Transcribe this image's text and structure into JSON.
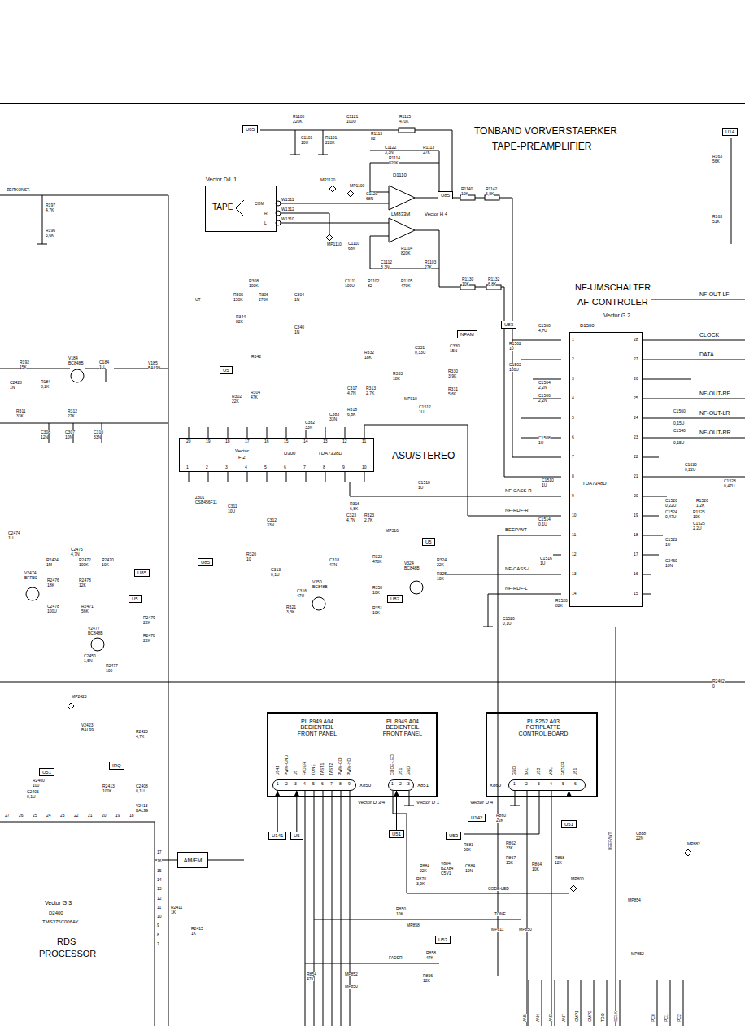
{
  "diagram": {
    "nodes": [
      {
        "text": [
          "Vector D/L 1",
          "TAPE",
          "COM",
          "R",
          "L"
        ]
      },
      {
        "text": [
          "Vector",
          "F 2",
          "D300",
          "TDA7338D"
        ]
      },
      {
        "text": [
          "D1500",
          "TDA7348D"
        ]
      },
      {
        "text": [
          "PL 8949 A04 BEDIENTEIL FRONT PANEL",
          "PL 8949 A04 BEDIENTEIL FRONT PANEL"
        ]
      },
      {
        "text": [
          "X850"
        ],
        "in": 3
      },
      {
        "text": [
          "X851"
        ],
        "in": 3
      },
      {
        "text": [
          "PL 8262 A03 POTIPLATTE CONTROL BOARD"
        ]
      },
      {
        "text": [
          "X860"
        ],
        "in": 6
      },
      {
        "text": [
          "AM/FM"
        ]
      },
      {
        "text": [
          "U85"
        ]
      },
      {
        "text": [
          "U85"
        ]
      },
      {
        "text": [
          "U83"
        ]
      },
      {
        "text": [
          "NFAM"
        ]
      },
      {
        "text": [
          "U5"
        ]
      },
      {
        "text": [
          "U85"
        ]
      },
      {
        "text": [
          "U5"
        ]
      },
      {
        "text": [
          "U82"
        ]
      },
      {
        "text": [
          "U85"
        ]
      },
      {
        "text": [
          "U5"
        ]
      },
      {
        "text": [
          "U51"
        ]
      },
      {
        "text": [
          "IRQ"
        ]
      },
      {
        "text": [
          "U141"
        ]
      },
      {
        "text": [
          "U5"
        ]
      },
      {
        "text": [
          "U51"
        ]
      },
      {
        "text": [
          "U142"
        ]
      },
      {
        "text": [
          "U53"
        ]
      },
      {
        "text": [
          "U51"
        ]
      },
      {
        "text": [
          "U53"
        ]
      },
      {
        "text": [
          "U14"
        ]
      }
    ],
    "edges": [
      {
        "from": 21,
        "to": 4,
        "arrow": "to"
      },
      {
        "from": 22,
        "to": 4,
        "arrow": "to"
      },
      {
        "from": 23,
        "to": 5,
        "arrow": "to"
      },
      {
        "from": 26,
        "to": 7,
        "arrow": "to"
      }
    ],
    "labels": [
      "R1100",
      "220K",
      "C1121",
      "100U",
      "R1115",
      "470K",
      "C1101",
      "10U",
      "R1101",
      "220K",
      "R1113",
      "82",
      "C1122",
      "3,3N",
      "R1113",
      "27K",
      "R1114",
      "820K",
      "D1110",
      "MP1120",
      "MP1100",
      "C1120",
      "68N",
      "W1311",
      "W1312",
      "W1310",
      "LM833M",
      "Vector H 4",
      "R1140",
      "10K",
      "R1142",
      "6,8K",
      "MP1110",
      "C1110",
      "68N",
      "R1104",
      "820K",
      "C1112",
      "3,3N",
      "R1103",
      "27K",
      "C1111",
      "100U",
      "R1102",
      "82",
      "R1105",
      "470K",
      "R1130",
      "10K",
      "R1132",
      "6,8K",
      "TONBAND VORVERSTAERKER",
      "TAPE-PREAMPLIFIER",
      "NF-UMSCHALTER",
      "AF-CONTROLER",
      "Vector G 2",
      "NF-OUT-LF",
      "CLOCK",
      "DATA",
      "NF-OUT-RF",
      "NF-OUT-LR",
      "NF-OUT-RR",
      "R163",
      "56K",
      "R163",
      "51K",
      "ZEITKONST.",
      "R197",
      "4,7K",
      "R196",
      "5,6K",
      "R308",
      "100K",
      "R306",
      "270K",
      "R305",
      "150K",
      "R344",
      "82K",
      "C304",
      "1N",
      "C340",
      "1N",
      "UT",
      "R192",
      "15K",
      "V184",
      "BC848B",
      "C184",
      "1U",
      "V185",
      "BAL99",
      "C2428",
      "1N",
      "R184",
      "8,2K",
      "R342",
      "R302",
      "22K",
      "R304",
      "47K",
      "R332",
      "18K",
      "C331",
      "0,33U",
      "C330",
      "15N",
      "R333",
      "18K",
      "R330",
      "3,9K",
      "R331",
      "5,6K",
      "C317",
      "4,7N",
      "R313",
      "2,7K",
      "MP310",
      "C1512",
      "1U",
      "R318",
      "6,8K",
      "C383",
      "33N",
      "C382",
      "33N",
      "R311",
      "33K",
      "R312",
      "27K",
      "C308",
      "12N",
      "C307",
      "10N",
      "C310",
      "33N",
      "20",
      "19",
      "18",
      "17",
      "16",
      "15",
      "14",
      "13",
      "12",
      "11",
      "1",
      "2",
      "3",
      "4",
      "5",
      "6",
      "7",
      "8",
      "9",
      "10",
      "ASU/STEREO",
      "Z301",
      "CSB456F11",
      "C311",
      "10U",
      "C312",
      "33N",
      "R316",
      "6,8K",
      "C323",
      "4,7N",
      "R323",
      "2,7K",
      "MP316",
      "C1518",
      "1U",
      "R320",
      "10",
      "C313",
      "0,1U",
      "C318",
      "47N",
      "R322",
      "470K",
      "V324",
      "BC848B",
      "R324",
      "22K",
      "R325",
      "10K",
      "V350",
      "BC848B",
      "R350",
      "10K",
      "R351",
      "10K",
      "C316",
      "47U",
      "R321",
      "3,3K",
      "C2474",
      "1U",
      "C2475",
      "4,7N",
      "R2424",
      "1M",
      "R2472",
      "100K",
      "R2470",
      "10K",
      "V2474",
      "BFR30",
      "R2476",
      "18K",
      "R2478",
      "12K",
      "C2478",
      "100U",
      "R2471",
      "56K",
      "V2477",
      "BC848B",
      "R2479",
      "22K",
      "R2478",
      "22K",
      "C2450",
      "1,5N",
      "R2477",
      "100",
      "C1500",
      "4,7U",
      "R1502",
      "10",
      "C1502",
      "100U",
      "C1504",
      "2,2N",
      "C1506",
      "2,2N",
      "C1508",
      "1U",
      "C1510",
      "1U",
      "C1514",
      "0,1U",
      "C1516",
      "1U",
      "R1520",
      "82K",
      "C1520",
      "0,1U",
      "1",
      "2",
      "3",
      "4",
      "5",
      "6",
      "7",
      "8",
      "9",
      "10",
      "11",
      "12",
      "13",
      "14",
      "28",
      "27",
      "26",
      "25",
      "24",
      "23",
      "22",
      "21",
      "20",
      "19",
      "18",
      "17",
      "16",
      "15",
      "NF-CASS-R",
      "NF-RDF-R",
      "BEEP/WT",
      "NF-CASS-L",
      "NF-RDF-L",
      "C1560",
      "0,15U",
      "C1540",
      "0,15U",
      "C1530",
      "0,22U",
      "C1528",
      "0,47U",
      "C1526",
      "0,22U",
      "R1526",
      "1,2K",
      "C1524",
      "0,47U",
      "R1525",
      "10K",
      "C1525",
      "2,2U",
      "C1522",
      "1U",
      "C2460",
      "10N",
      "R2402",
      "0",
      "MP2423",
      "V2423",
      "BAL99",
      "R2423",
      "4,7K",
      "R2400",
      "100",
      "C2406",
      "0,1U",
      "R2413",
      "100K",
      "C2408",
      "0,1U",
      "V2413",
      "BAL99",
      "27",
      "26",
      "25",
      "24",
      "23",
      "22",
      "21",
      "20",
      "19",
      "18",
      "17",
      "16",
      "15",
      "14",
      "13",
      "12",
      "11",
      "10",
      "9",
      "8",
      "7",
      "Vector G 3",
      "D2400",
      "TMS375C006AY",
      "RDS",
      "PROCESSOR",
      "R2411",
      "1K",
      "R2415",
      "1K",
      "Vector D 3/4",
      "Vector D 1",
      "Vector D 4",
      "1",
      "2",
      "3",
      "4",
      "5",
      "6",
      "7",
      "8",
      "9",
      "1",
      "2",
      "3",
      "1",
      "2",
      "3",
      "4",
      "5",
      "6",
      "U141",
      "PWM-GND",
      "U5",
      "FADER",
      "TONE",
      "TAST1",
      "TAST2",
      "PWM-CO",
      "PWM-HD",
      "CODE-LED",
      "U51",
      "GND",
      "GND",
      "BAL",
      "U53",
      "VOL",
      "FADER",
      "U51",
      "R860",
      "22K",
      "R883",
      "56K",
      "R862",
      "33K",
      "R867",
      "15K",
      "R868",
      "12K",
      "R864",
      "10K",
      "R884",
      "22K",
      "V884",
      "BZX84",
      "C5V1",
      "C884",
      "10N",
      "R870",
      "3,9K",
      "MP800",
      "CODE-LED",
      "R850",
      "10K",
      "MP858",
      "TONE",
      "MP811",
      "MP850",
      "MP854",
      "MP852",
      "FADER",
      "R858",
      "47K",
      "R854",
      "47K",
      "MP852",
      "MP850",
      "R856",
      "12K",
      "BEEP/WT",
      "C888",
      "22N",
      "MP882",
      "AN5",
      "AN4",
      "AN3",
      "AN7",
      "CMP1",
      "CMP2",
      "TDO",
      "SCLK",
      "PC0",
      "PC1",
      "PC2"
    ]
  }
}
